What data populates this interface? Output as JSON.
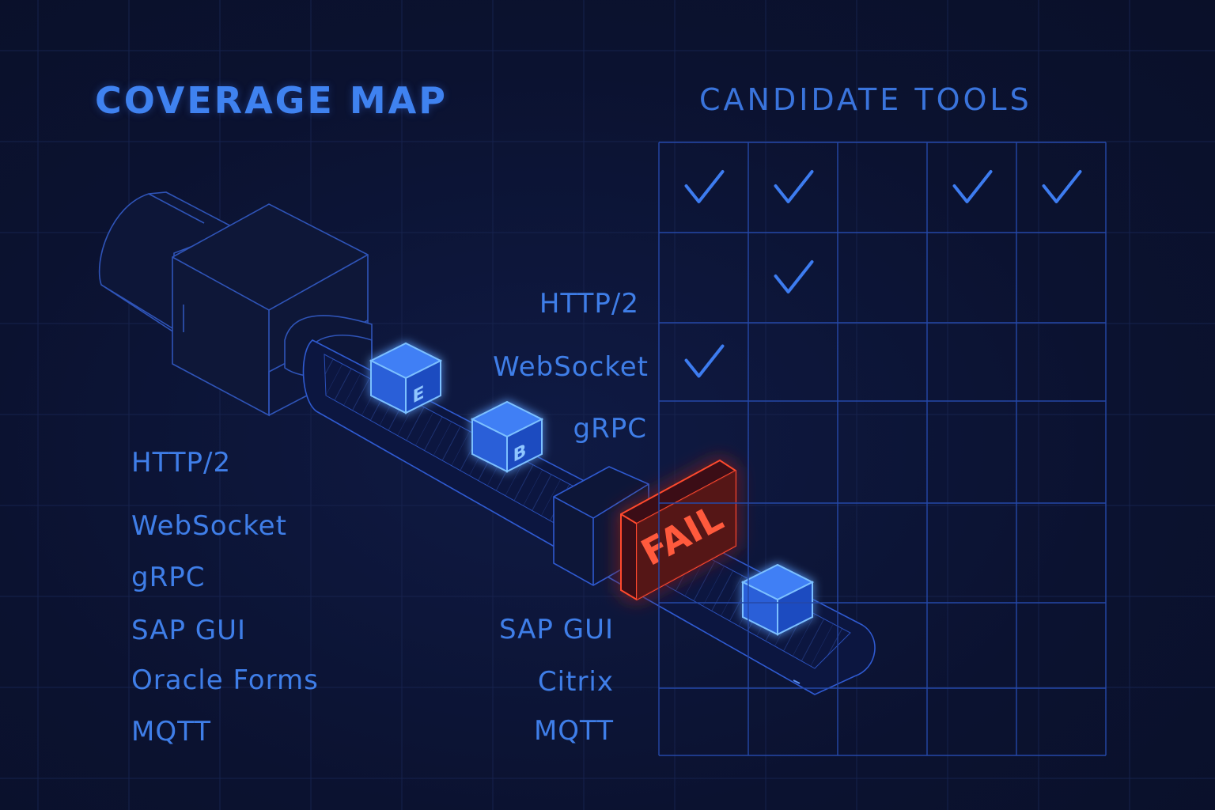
{
  "titles": {
    "coverage_map": "COVERAGE MAP",
    "candidate_tools": "CANDIDATE TOOLS"
  },
  "left_protocols": [
    "HTTP/2",
    "WebSocket",
    "gRPC",
    "SAP GUI",
    "Oracle Forms",
    "MQTT"
  ],
  "matrix_row_labels_top": [
    "HTTP/2",
    "WebSocket",
    "gRPC"
  ],
  "matrix_row_labels_bottom": [
    "SAP GUI",
    "Citrix",
    "MQTT"
  ],
  "matrix": {
    "columns": 5,
    "rows": 7,
    "checks": [
      {
        "row": 0,
        "col": 0
      },
      {
        "row": 0,
        "col": 1
      },
      {
        "row": 0,
        "col": 3
      },
      {
        "row": 0,
        "col": 4
      },
      {
        "row": 1,
        "col": 1
      },
      {
        "row": 2,
        "col": 0
      }
    ]
  },
  "pipeline": {
    "cube_letters": [
      "E",
      "B",
      ""
    ],
    "fail_label": "FAIL"
  },
  "colors": {
    "background": "#0b1230",
    "accent_blue": "#3f82f0",
    "grid_line": "#1a2a5c",
    "fail_red": "#ff4a2e"
  },
  "icons": [
    "checkmark-icon",
    "cube-icon",
    "camera-housing-icon",
    "conveyor-belt-icon"
  ]
}
